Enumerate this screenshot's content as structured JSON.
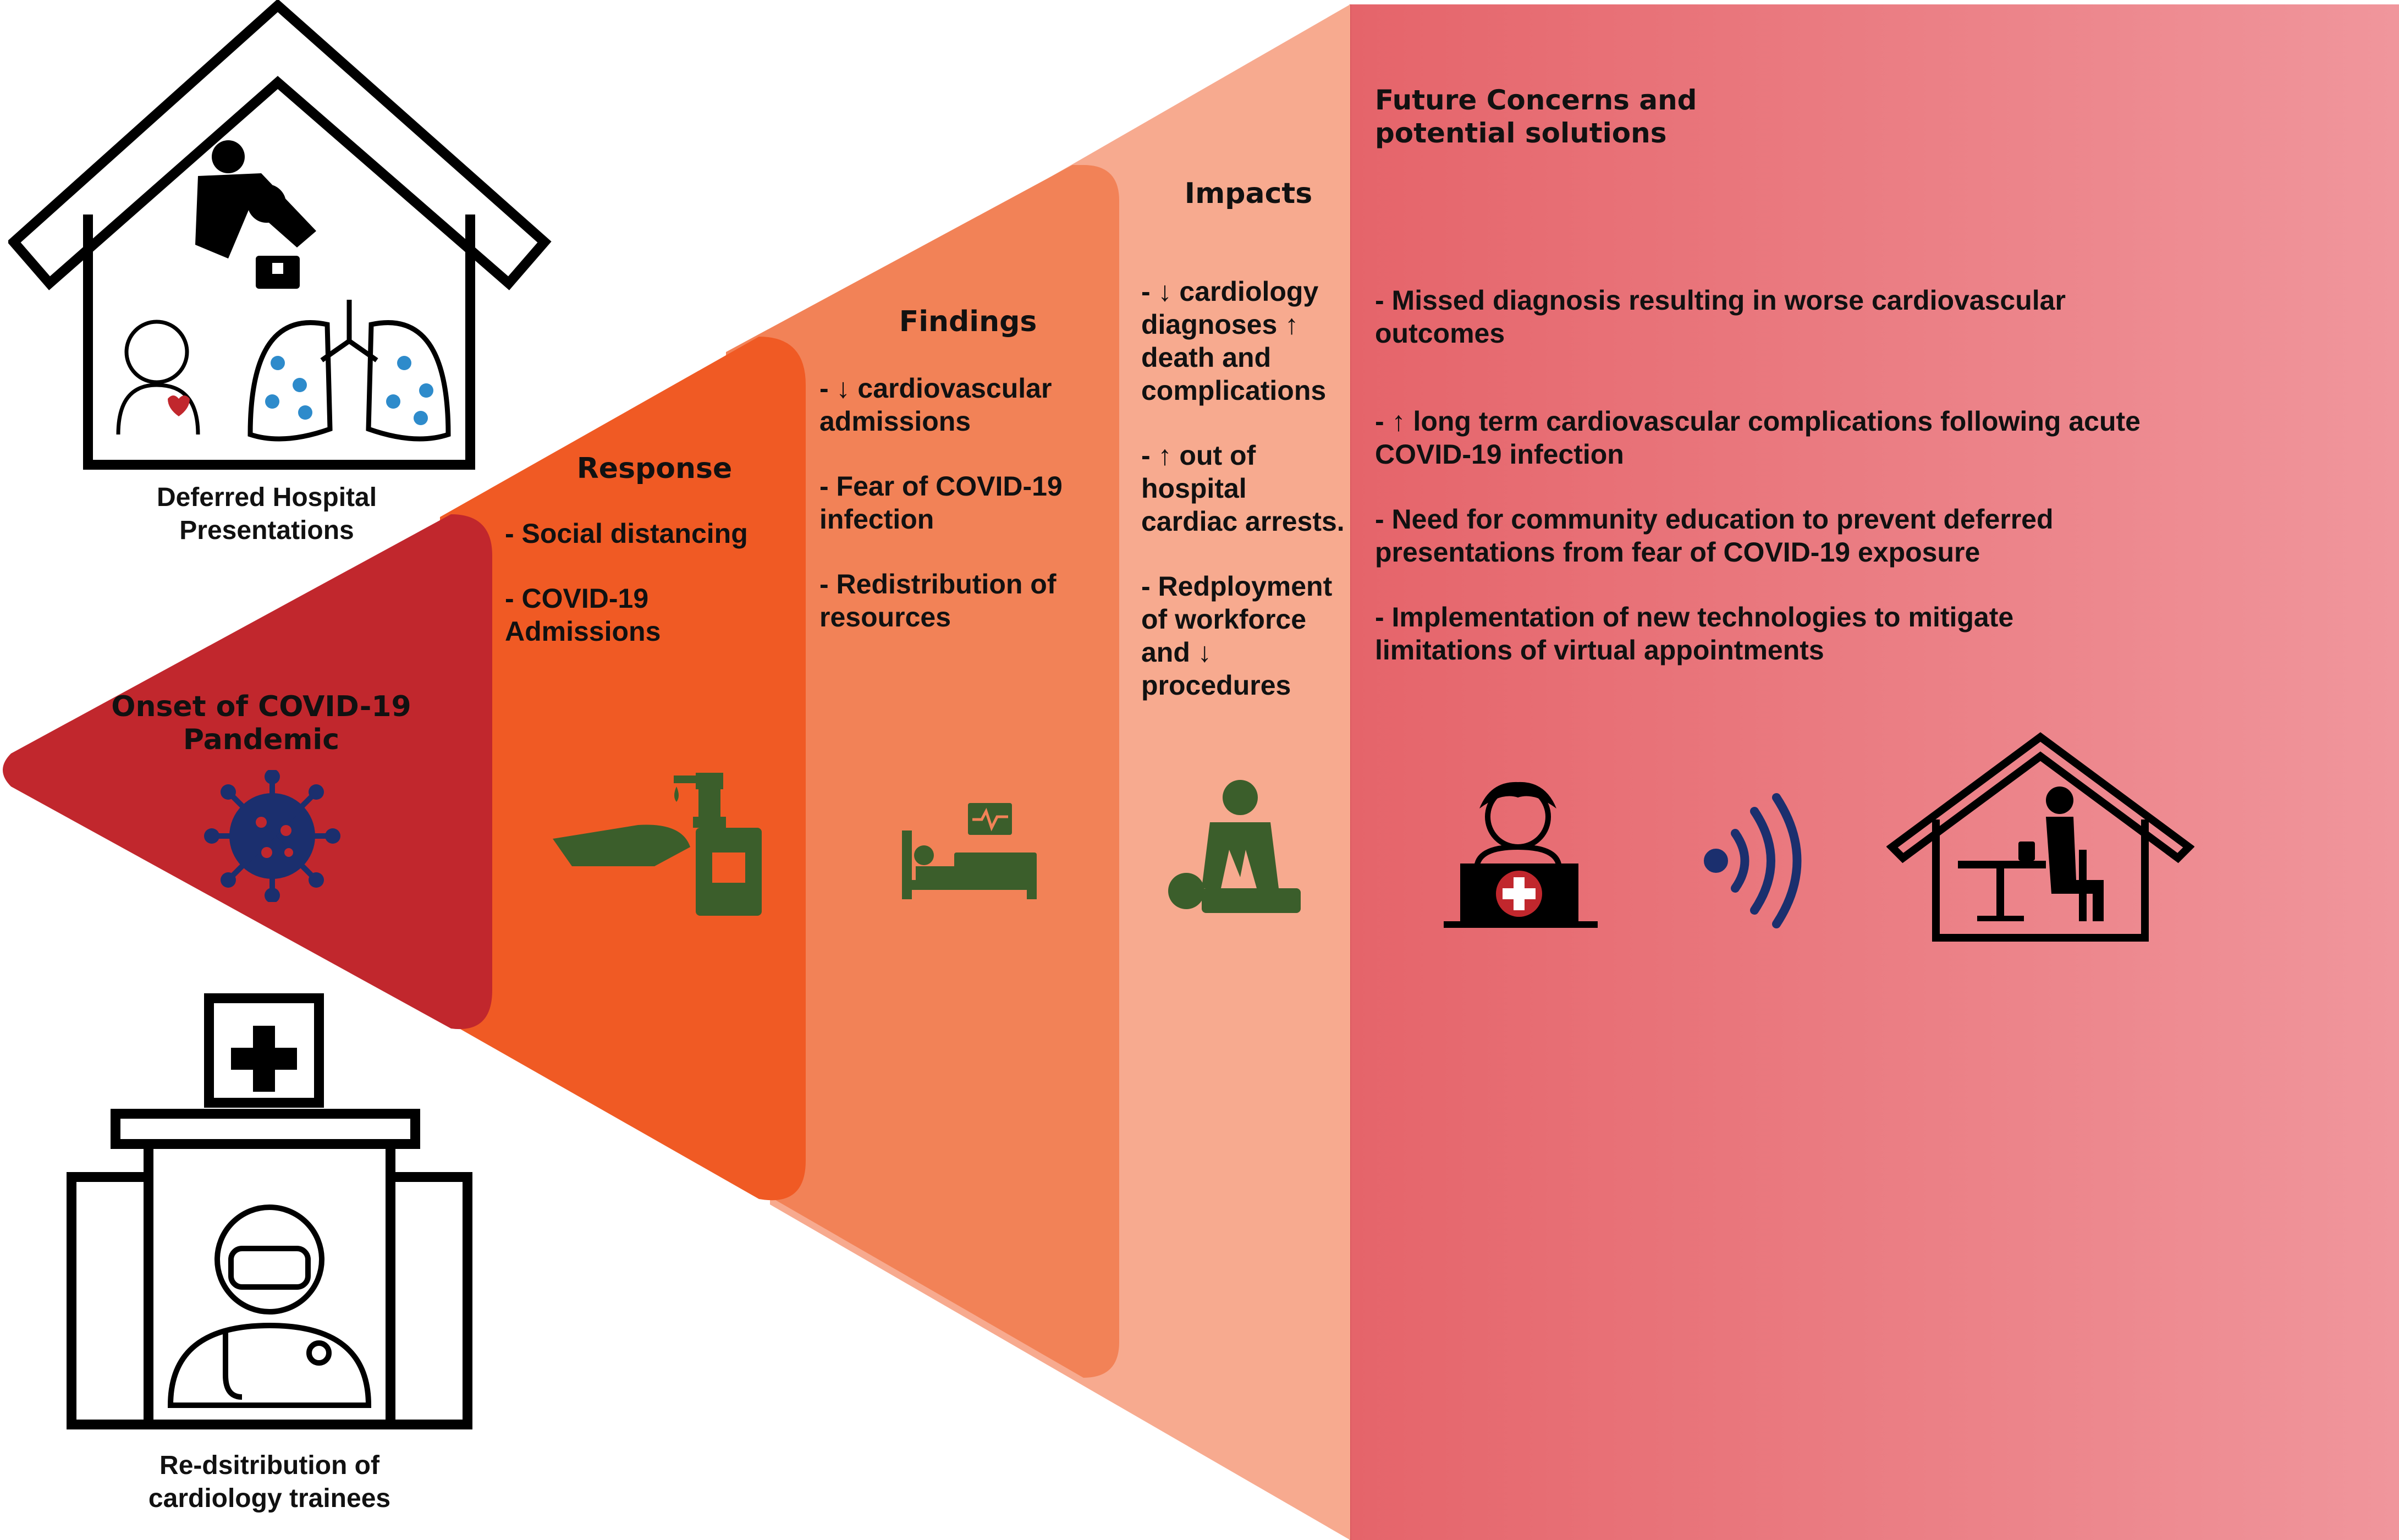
{
  "onset": {
    "title": "Onset of COVID-19 Pandemic",
    "icon": "virus-icon",
    "color": "#C1272D"
  },
  "response": {
    "title": "Response",
    "icon": "hand-sanitizer-icon",
    "color": "#F05A24",
    "items": [
      "- Social distancing",
      "- COVID-19 Admissions"
    ]
  },
  "findings": {
    "title": "Findings",
    "icon": "hospital-bed-icon",
    "color": "#F28257",
    "items": [
      "- ↓ cardiovascular admissions",
      "- Fear of COVID-19 infection",
      "- Redistribution of resources"
    ]
  },
  "impacts": {
    "title": "Impacts",
    "icon": "cpr-icon",
    "color": "#F7AA8F",
    "items": [
      "- ↓ cardiology diagnoses ↑ death and complications",
      " - ↑ out of hospital cardiac arrests.",
      "- Redployment of workforce and ↓ procedures"
    ]
  },
  "future": {
    "title": "Future Concerns and potential solutions",
    "color": "#E5646A",
    "items": [
      "- Missed diagnosis resulting in worse cardiovascular outcomes",
      "- ↑ long term cardiovascular complications following acute COVID-19 infection",
      "- Need for community education to prevent deferred presentations from fear of COVID-19 exposure",
      "- Implementation of new technologies to mitigate limitations of virtual appointments"
    ],
    "icons": [
      "telehealth-doctor-icon",
      "wireless-signal-icon",
      "home-monitoring-icon"
    ]
  },
  "side": {
    "deferred": {
      "caption": "Deferred Hospital Presentations",
      "icon": "house-patient-icon"
    },
    "trainees": {
      "caption": "Re-dsitribution of cardiology trainees",
      "icon": "clinic-doctor-icon"
    }
  },
  "icon_color": "#3B5E2B",
  "virus_color": "#1B2F6E"
}
